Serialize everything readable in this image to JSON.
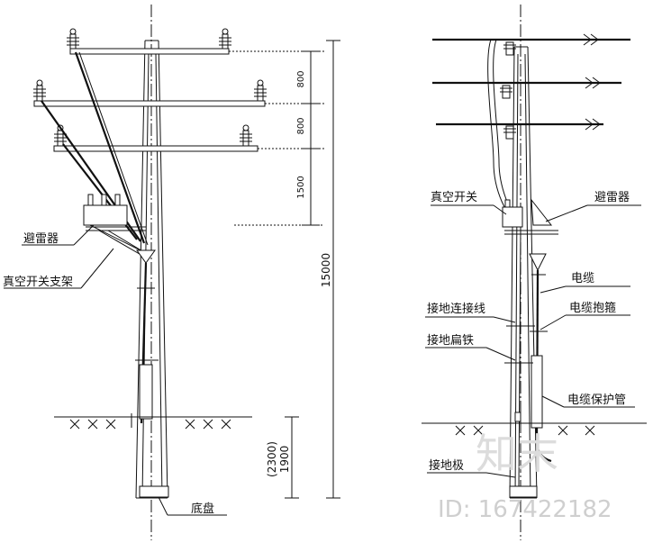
{
  "left_view": {
    "labels": {
      "arrester": "避雷器",
      "switch_bracket": "真空开关支架",
      "base_plate": "底盘"
    },
    "dimensions": {
      "d1": "800",
      "d2": "800",
      "d3": "1500",
      "total": "15000",
      "burial": "1900",
      "burial_alt": "(2300)"
    }
  },
  "right_view": {
    "labels": {
      "vacuum_switch": "真空开关",
      "arrester": "避雷器",
      "cable": "电缆",
      "ground_connector": "接地连接线",
      "cable_hoop": "电缆抱箍",
      "ground_flat_iron": "接地扁铁",
      "cable_protection_pipe": "电缆保护管",
      "ground_electrode": "接地极"
    }
  },
  "watermark": {
    "logo_text": "知末",
    "id_text": "ID: 167422182"
  }
}
